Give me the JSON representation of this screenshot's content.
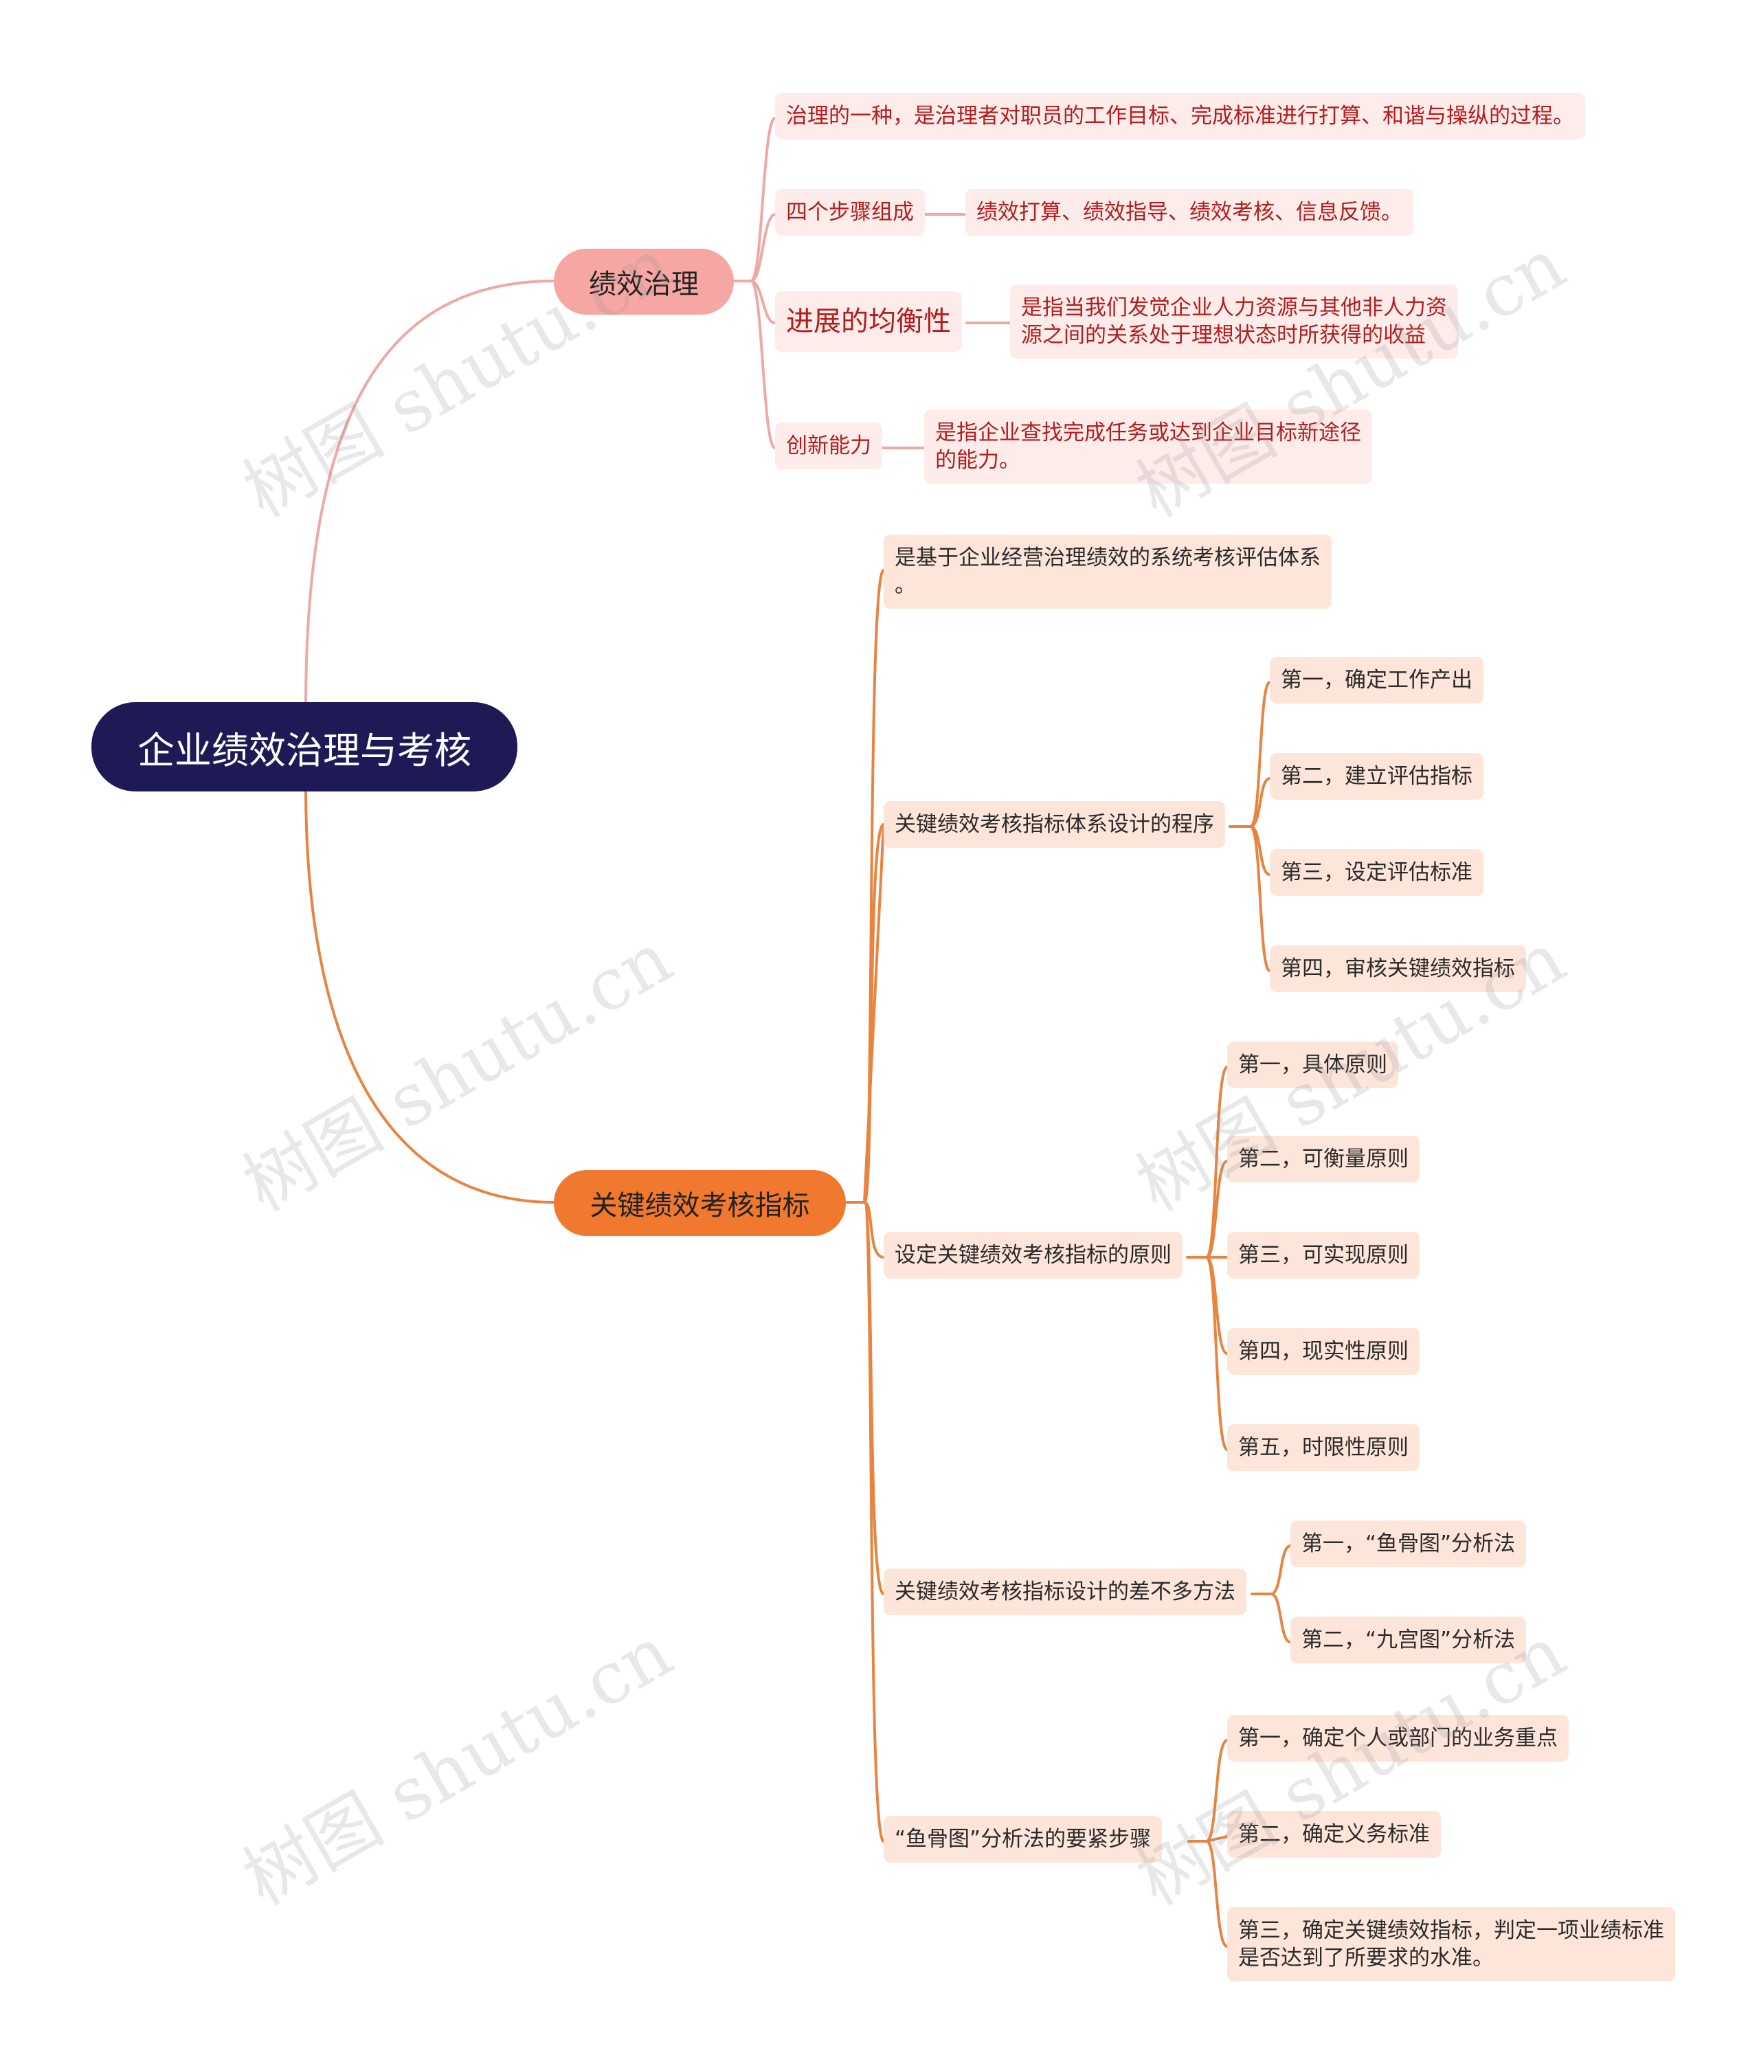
{
  "colors": {
    "root": "#1d1a56",
    "branch1": "#f7a7a3",
    "branch2": "#f0782f",
    "line1": "#f0a8a4",
    "line2": "#e8843f"
  },
  "root": {
    "label": "企业绩效治理与考核"
  },
  "branch1": {
    "label": "绩效治理",
    "items": [
      {
        "label": "治理的一种，是治理者对职员的工作目标、完成标准进行打算、和谐与操纵的过程。"
      },
      {
        "label": "四个步骤组成",
        "detail": "绩效打算、绩效指导、绩效考核、信息反馈。"
      },
      {
        "label": "进展的均衡性",
        "detail_lines": [
          "是指当我们发觉企业人力资源与其他非人力资",
          "源之间的关系处于理想状态时所获得的收益"
        ]
      },
      {
        "label": "创新能力",
        "detail_lines": [
          "是指企业查找完成任务或达到企业目标新途径",
          "的能力。"
        ]
      }
    ]
  },
  "branch2": {
    "label": "关键绩效考核指标",
    "intro_lines": [
      "是基于企业经营治理绩效的系统考核评估体系",
      "。"
    ],
    "groups": [
      {
        "label": "关键绩效考核指标体系设计的程序",
        "children": [
          "第一，确定工作产出",
          "第二，建立评估指标",
          "第三，设定评估标准",
          "第四，审核关键绩效指标"
        ]
      },
      {
        "label": "设定关键绩效考核指标的原则",
        "children": [
          "第一，具体原则",
          "第二，可衡量原则",
          "第三，可实现原则",
          "第四，现实性原则",
          "第五，时限性原则"
        ]
      },
      {
        "label": "关键绩效考核指标设计的差不多方法",
        "children": [
          "第一，“鱼骨图”分析法",
          "第二，“九宫图”分析法"
        ]
      },
      {
        "label": "“鱼骨图”分析法的要紧步骤",
        "children": [
          "第一，确定个人或部门的业务重点",
          "第二，确定义务标准"
        ],
        "last_child_lines": [
          "第三，确定关键绩效指标，判定一项业绩标准",
          "是否达到了所要求的水准。"
        ]
      }
    ]
  },
  "watermark": "树图 shutu.cn"
}
